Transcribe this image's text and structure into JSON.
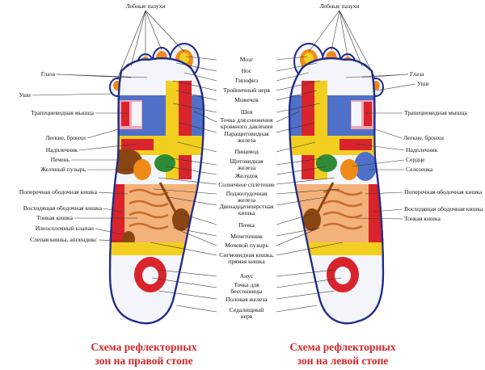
{
  "labels": {
    "sinuses_left": "Лобные пазухи",
    "sinuses_right": "Лобные пазухи",
    "eyes_left": "Глаза",
    "eyes_right": "Глаза",
    "ears_left": "Уши",
    "ears_right": "Уши",
    "trapezius_left": "Трапециевидная мышца",
    "trapezius_right": "Трапециевидная мышца",
    "lungs_left": "Легкие, бронхи",
    "lungs_right": "Легкие, бронхи",
    "shoulder_left": "Надплечник",
    "shoulder_right": "Надплечник",
    "liver": "Печень",
    "heart": "Сердце",
    "gallbladder": "Желчный пузырь",
    "spleen": "Селезенка",
    "transverse_left": "Поперечная ободочная кишка",
    "transverse_right": "Поперечная ободочная кишка",
    "ascending": "Восходящая ободочная кишка",
    "descending": "Восходящая ободочная кишка",
    "small_int_left": "Тонкая кишка",
    "small_int_right": "Тонкая кишка",
    "ileocecal": "Илеосолочный клапан",
    "appendix": "Слепая кишка, аппендикс",
    "brain": "Мозг",
    "nose": "Нос",
    "pituitary": "Гипофиз",
    "trigeminal": "Тройничный нерв",
    "cerebellum": "Можечок",
    "neck": "Шея",
    "bp_point_1": "Точка для снижения",
    "bp_point_2": "кровяного давления",
    "parathyroid_1": "Паращитовидная",
    "parathyroid_2": "железа",
    "esophagus": "Пищевод",
    "thyroid_1": "Щитовидная",
    "thyroid_2": "железа",
    "stomach": "Желудок",
    "solar": "Солнечное сплетение",
    "pancreas_1": "Поджелудочная",
    "pancreas_2": "железа",
    "duodenum_1": "Двенадцатиперстная",
    "duodenum_2": "кишка",
    "kidney": "Почка",
    "ureter": "Мочеточник",
    "bladder": "Мочевой пузырь",
    "sigmoid_1": "Сигмовидная кишка,",
    "sigmoid_2": "прямая кишка",
    "anus": "Анус",
    "insomnia_1": "Точка для",
    "insomnia_2": "бессонницы",
    "genital": "Половая железа",
    "sciatic_1": "Седалищный",
    "sciatic_2": "нерв"
  },
  "captions": {
    "right_line1": "Схема рефлекторных",
    "right_line2": "зон на правой стопе",
    "left_line1": "Схема рефлекторных",
    "left_line2": "зон на левой стопе"
  },
  "colors": {
    "outline": "#1f2b8c",
    "sole": "#f3f5fa",
    "blue_zone": "#4f70c8",
    "yellow": "#f2cf1f",
    "orange": "#f08a17",
    "red": "#d9242b",
    "green": "#2e8b35",
    "tan": "#f3b27a",
    "pink": "#f2a7b6",
    "brown": "#8b4513",
    "caption": "#d4262a"
  }
}
